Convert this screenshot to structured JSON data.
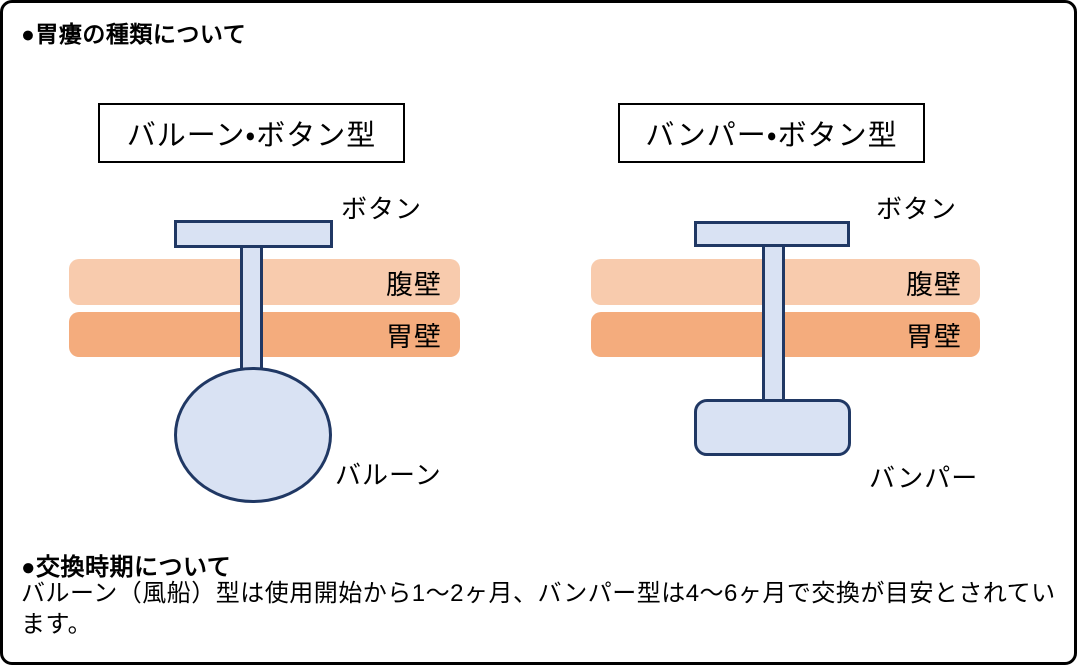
{
  "page": {
    "title": "●胃瘻の種類について"
  },
  "diagrams": [
    {
      "id": "balloon-button-type",
      "title": "バルーン・ボタン型",
      "button_label": "ボタン",
      "abdominal_wall_label": "腹壁",
      "stomach_wall_label": "胃壁",
      "device_label": "バルーン"
    },
    {
      "id": "bumper-button-type",
      "title": "バンパー・ボタン型",
      "button_label": "ボタン",
      "abdominal_wall_label": "腹壁",
      "stomach_wall_label": "胃壁",
      "device_label": "バンパー"
    }
  ],
  "replacement": {
    "heading": "●交換時期について",
    "body": "バルーン（風船）型は使用開始から1～2ヶ月、バンパー型は4～6ヶ月で交換が目安とされています。"
  },
  "colors": {
    "abdominal_wall": "#F8CBAD",
    "stomach_wall": "#F4AC7D",
    "device_fill": "#D9E2F3",
    "device_border": "#203864"
  }
}
